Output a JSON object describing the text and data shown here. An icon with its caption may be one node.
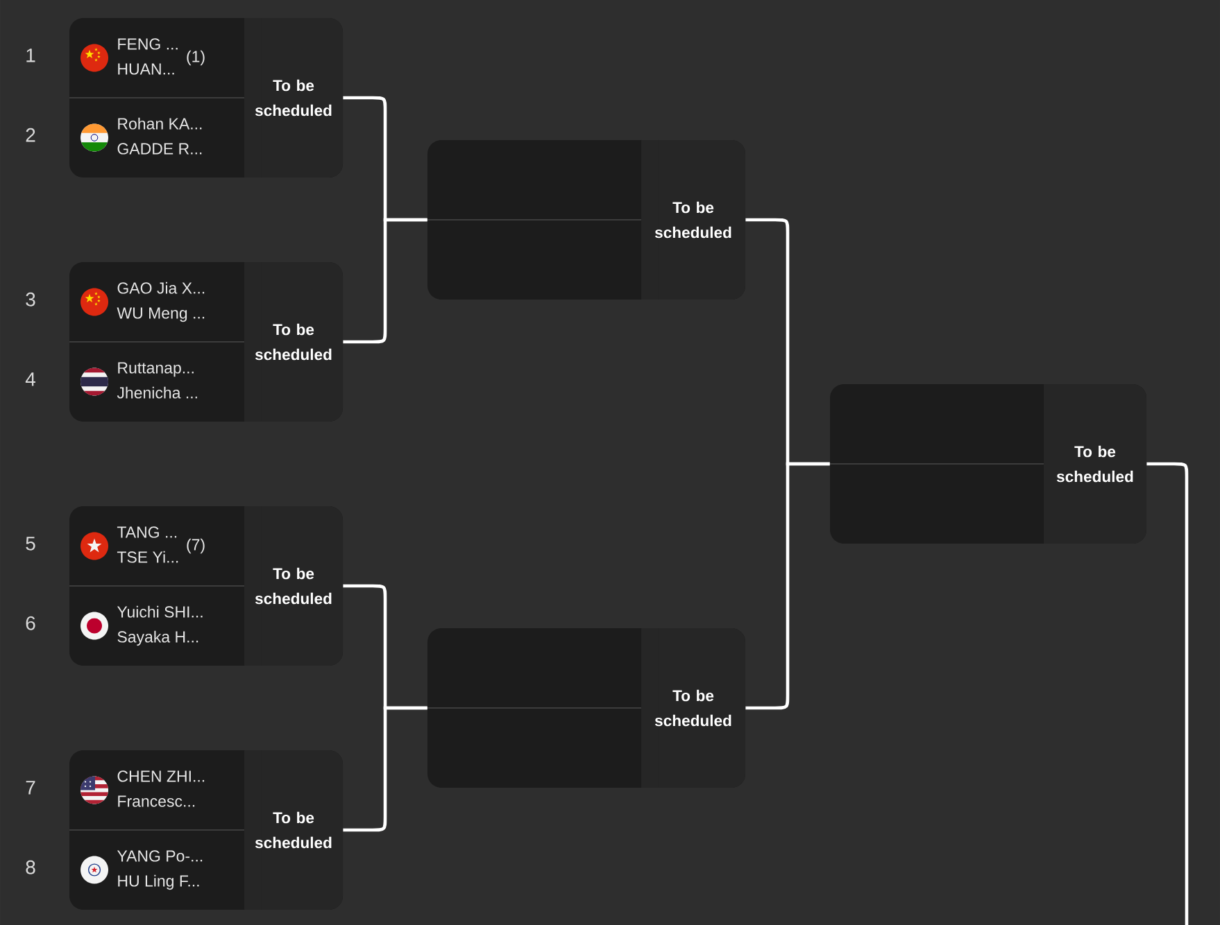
{
  "diagram": {
    "nodes": [
      {
        "text": [
          "To be scheduled"
        ]
      },
      {
        "text": [
          "FENG ...",
          "HUAN...",
          "(1)"
        ],
        "in": 0,
        "beside": [
          "1"
        ]
      },
      {
        "text": [
          "Rohan KA...",
          "GADDE R..."
        ],
        "in": 0,
        "beside": [
          "2"
        ]
      },
      {
        "text": [
          "To be scheduled"
        ]
      },
      {
        "text": [
          "GAO Jia X...",
          "WU Meng ..."
        ],
        "in": 3,
        "beside": [
          "3"
        ]
      },
      {
        "text": [
          "Ruttanap...",
          "Jhenicha ..."
        ],
        "in": 3,
        "beside": [
          "4"
        ]
      },
      {
        "text": [
          "To be scheduled"
        ]
      },
      {
        "text": [
          "TANG ...",
          "TSE Yi...",
          "(7)"
        ],
        "in": 6,
        "beside": [
          "5"
        ]
      },
      {
        "text": [
          "Yuichi SHI...",
          "Sayaka H..."
        ],
        "in": 6,
        "beside": [
          "6"
        ]
      },
      {
        "text": [
          "To be scheduled"
        ]
      },
      {
        "text": [
          "CHEN ZHI...",
          "Francesc..."
        ],
        "in": 9,
        "beside": [
          "7"
        ]
      },
      {
        "text": [
          "YANG Po-...",
          "HU Ling F..."
        ],
        "in": 9,
        "beside": [
          "8"
        ]
      },
      {
        "text": [
          "To be scheduled"
        ]
      },
      {
        "text": [
          "To be scheduled"
        ]
      },
      {
        "text": [
          "To be scheduled"
        ]
      }
    ],
    "edges": [
      {
        "from": 0,
        "to": 12,
        "arrow": "none"
      },
      {
        "from": 3,
        "to": 12,
        "arrow": "none"
      },
      {
        "from": 6,
        "to": 13,
        "arrow": "none"
      },
      {
        "from": 9,
        "to": 13,
        "arrow": "none"
      },
      {
        "from": 12,
        "to": 14,
        "arrow": "none"
      },
      {
        "from": 13,
        "to": 14,
        "arrow": "none"
      },
      {
        "from": 14,
        "to": null,
        "arrow": "none"
      }
    ]
  }
}
